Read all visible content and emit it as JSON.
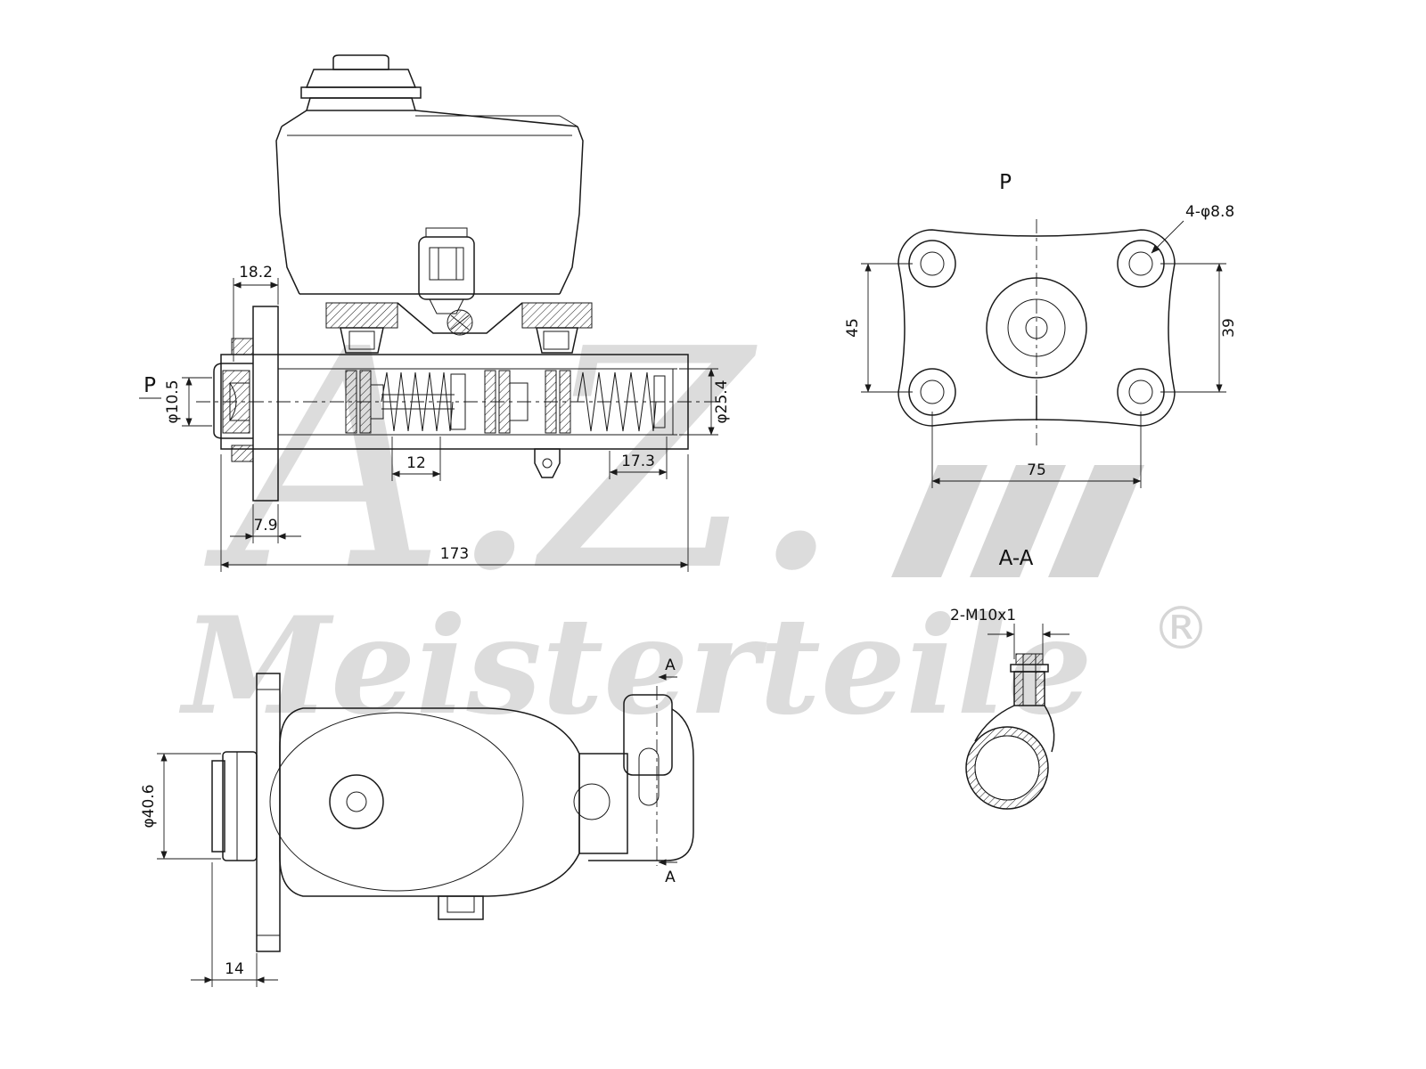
{
  "drawing": {
    "line_color": "#1a1a1a",
    "background": "#ffffff"
  },
  "watermark": {
    "script": "A.Z.",
    "name": "Meisterteile",
    "registered": "®",
    "color": "#d9d9d9"
  },
  "main_view": {
    "view_label": "P",
    "dim_18_2": "18.2",
    "dim_dia_10_5": "φ10.5",
    "dim_12": "12",
    "dim_17_3": "17.3",
    "dim_7_9": "7.9",
    "dim_173": "173",
    "dim_dia_25_4": "φ25.4"
  },
  "flange_view": {
    "title": "P",
    "dim_4_dia_8_8": "4-φ8.8",
    "dim_45": "45",
    "dim_39": "39",
    "dim_75": "75"
  },
  "side_view": {
    "dim_dia_40_6": "φ40.6",
    "dim_14": "14",
    "section_label_top": "A",
    "section_label_bottom": "A"
  },
  "section_view": {
    "title": "A-A",
    "dim_2_m10x1": "2-M10x1"
  }
}
